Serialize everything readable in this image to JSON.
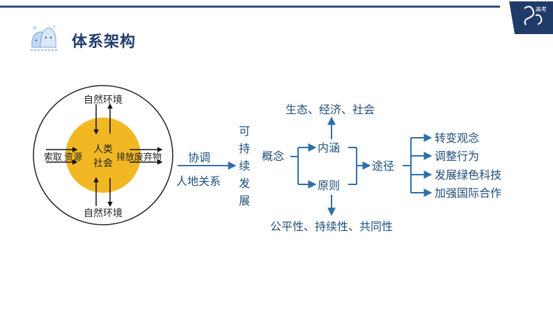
{
  "header": {
    "title": "体系架构",
    "logo_text": "高考"
  },
  "diagram": {
    "circle": {
      "top_label": "自然环境",
      "bottom_label": "自然环境",
      "core_line1": "人类",
      "core_line2": "社会",
      "left_label_a": "索取",
      "left_label_b": "资源",
      "right_label_a": "排放",
      "right_label_b": "废弃物"
    },
    "coordinate": "协调",
    "relation": "人地关系",
    "sustainable_chars": [
      "可",
      "持",
      "续",
      "发",
      "展"
    ],
    "concept": "概念",
    "connotation": "内涵",
    "principle": "原则",
    "ways": "途径",
    "connotation_detail": "生态、经济、社会",
    "principle_detail": "公平性、持续性、共同性",
    "way_items": [
      "转变观念",
      "调整行为",
      "发展绿色科技",
      "加强国际合作"
    ]
  },
  "colors": {
    "accent": "#2f4e7e",
    "core_fill": "#f2b824",
    "text_blue": "#1f4e79"
  }
}
